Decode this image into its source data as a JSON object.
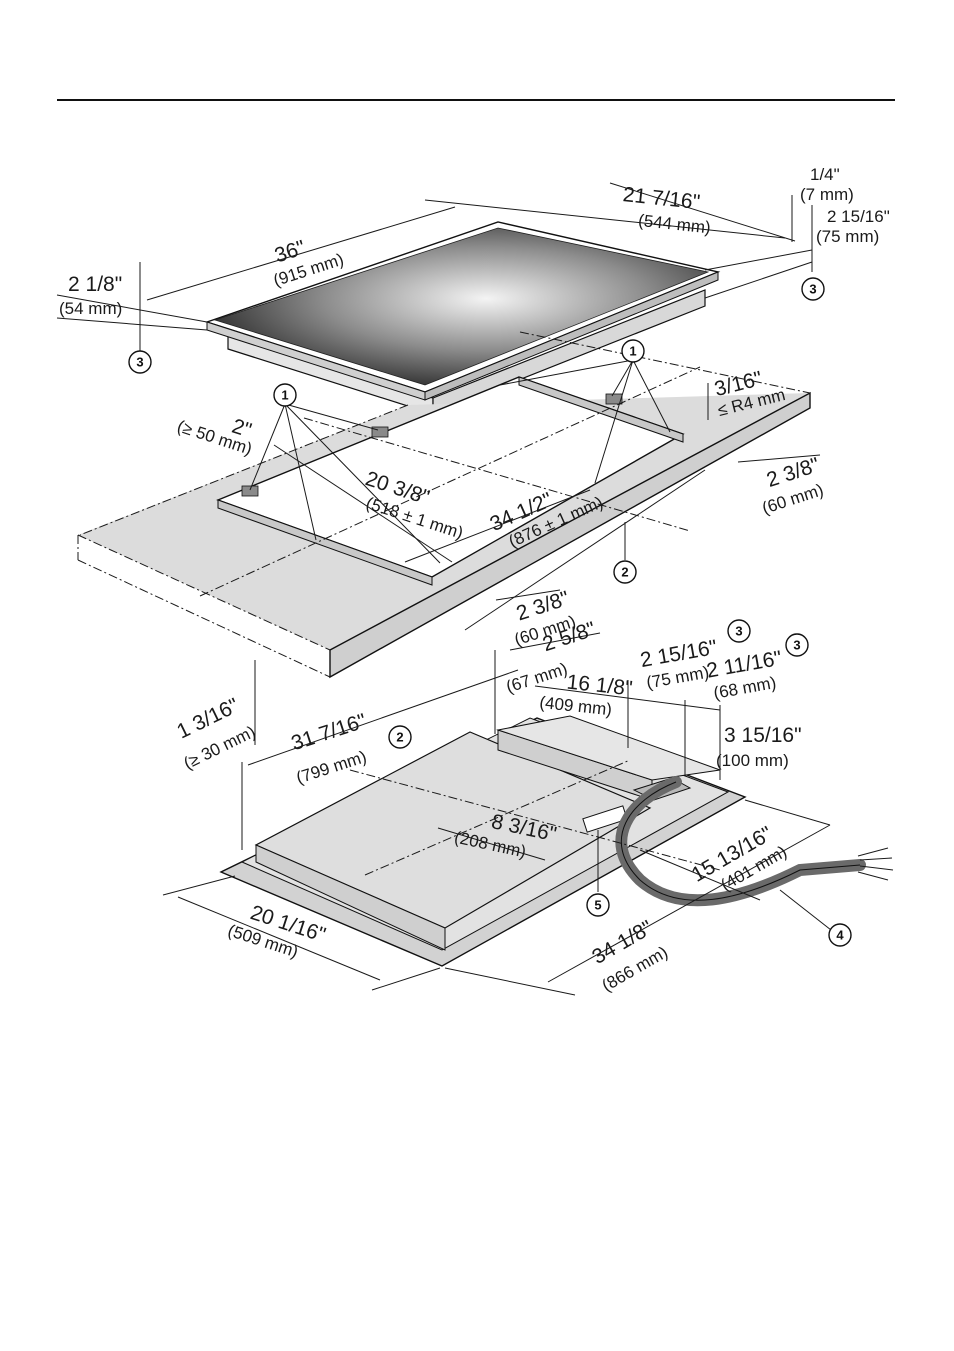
{
  "labels": {
    "hob_width": "36\"",
    "hob_width_mm": "(915 mm)",
    "hob_depth": "21 7/16\"",
    "hob_depth_mm": "(544 mm)",
    "hob_height": "2 1/8\"",
    "hob_height_mm": "(54 mm)",
    "frame_thick": "1/4\"",
    "frame_thick_mm": "(7 mm)",
    "below_top": "2 15/16\"",
    "below_top_mm": "(75 mm)",
    "cut_radius": "3/16\"",
    "cut_radius_mm": "≤ R4 mm",
    "front_edge": "2\"",
    "front_edge_mm": "(≥ 50 mm)",
    "cut_depth": "20 3/8\"",
    "cut_depth_mm": "(518 ± 1 mm)",
    "cut_width": "34 1/2\"",
    "cut_width_mm": "(876 ± 1 mm)",
    "side_right": "2 3/8\"",
    "side_right_mm": "(60 mm)",
    "side_left": "2 3/8\"",
    "side_left_mm": "(60 mm)",
    "worktop_thick": "1 3/16\"",
    "worktop_thick_mm": "(≥ 30 mm)",
    "offset_a": "2 5/8\"",
    "offset_a_mm": "(67 mm)",
    "base_len": "31 7/16\"",
    "base_len_mm": "(799 mm)",
    "conn_dist": "16 1/8\"",
    "conn_dist_mm": "(409 mm)",
    "depth_75": "2 15/16\"",
    "depth_75_mm": "(75 mm)",
    "depth_68": "2 11/16\"",
    "depth_68_mm": "(68 mm)",
    "offset_100": "3 15/16\"",
    "offset_100_mm": "(100 mm)",
    "inner_208": "8 3/16\"",
    "inner_208_mm": "(208 mm)",
    "base_401": "15 13/16\"",
    "base_401_mm": "(401 mm)",
    "base_509": "20 1/16\"",
    "base_509_mm": "(509 mm)",
    "base_866": "34 1/8\"",
    "base_866_mm": "(866 mm)"
  },
  "callouts": {
    "c1": "1",
    "c2": "2",
    "c3": "3",
    "c4": "4",
    "c5": "5"
  },
  "colors": {
    "line": "#1a1a1a",
    "glass_dark": "#2a2a2a",
    "glass_light": "#f4f4f4",
    "worktop": "#dcdcdc",
    "base_gray": "#d2d2d2",
    "cable": "#6a6a6a"
  }
}
